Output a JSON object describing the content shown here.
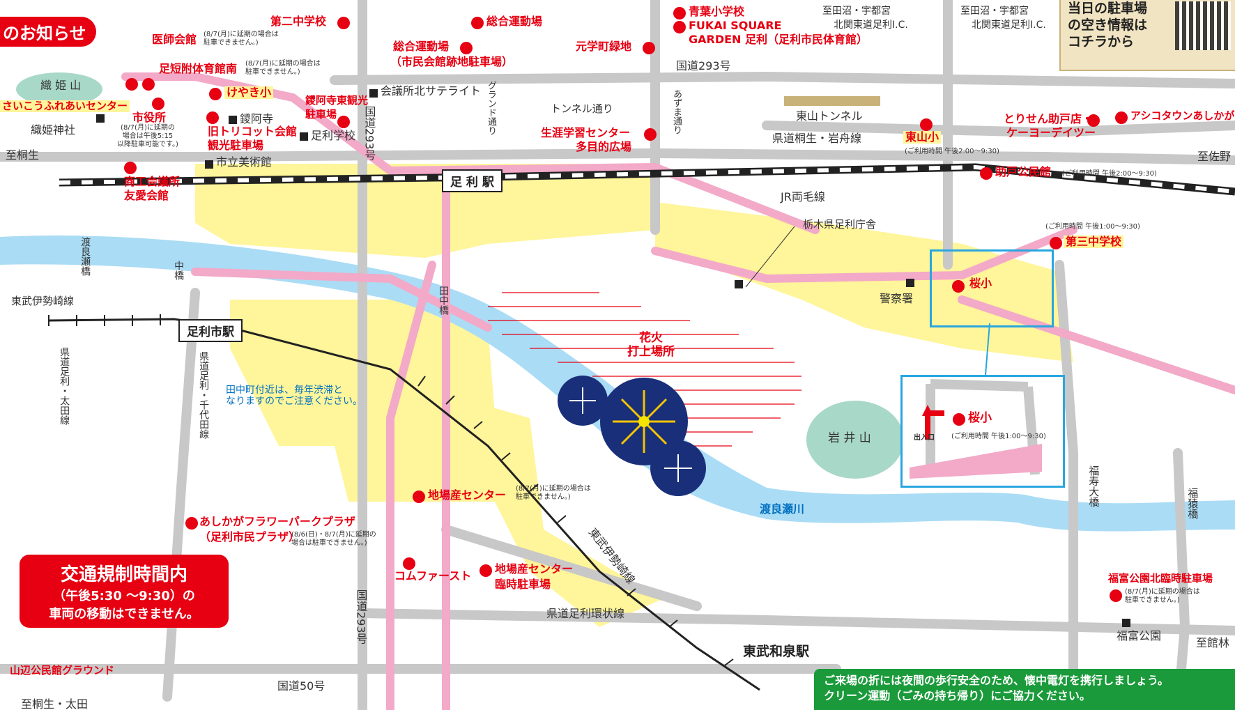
{
  "banner": {
    "notice": "のお知らせ"
  },
  "parking_sign": {
    "text_line1": "当日の駐車場",
    "text_line2": "の空き情報は",
    "text_line3": "コチラから"
  },
  "stations": {
    "ashikaga": "足 利 駅",
    "ashikagashi": "足利市駅",
    "wakaizumi": "東武和泉駅"
  },
  "rail_lines": {
    "jr": "JR両毛線",
    "tobu_isesaki_top": "東武伊勢崎線",
    "tobu_isesaki_lower": "東武伊勢崎線"
  },
  "roads": {
    "r293_top": "国道293号",
    "r293_vert_top": "国道293号",
    "r293_vert_bottom": "国道293号",
    "r50": "国道50号",
    "kiryu_iwafune": "県道桐生・岩舟線",
    "ashikaga_kanjo": "県道足利環状線",
    "ota": "県道足利・太田線",
    "chiyoda": "県道足利・千代田線",
    "tunnel_street": "トンネル通り",
    "grand_street": "グランド通り",
    "azuma_street": "あずま通り",
    "higashiyama_tunnel": "東山トンネル"
  },
  "directions": {
    "to_kiryu": "至桐生",
    "to_sano": "至佐野",
    "to_tatebayashi": "至館林",
    "to_kiryu_ota": "至桐生・太田",
    "to_tanuma_utsunomiya_1": "至田沼・宇都宮",
    "to_kitakanto_1": "北関東道足利I.C.",
    "to_tanuma_utsunomiya_2": "至田沼・宇都宮",
    "to_kitakanto_2": "北関東道足利I.C."
  },
  "bridges": {
    "watarase": "渡良瀬橋",
    "naka": "中橋",
    "tanaka": "田中橋",
    "fukuju": "福寿大橋",
    "fukuen": "福猿橋"
  },
  "landmarks": {
    "orihime_yama": "織 姫 山",
    "orihime_shrine": "織姫神社",
    "bannaji": "鑁阿寺",
    "ashikaga_gakko": "足利学校",
    "art_museum": "市立美術館",
    "satellite": "会議所北サテライト",
    "prefecture_office": "栃木県足利庁舎",
    "police": "警察署",
    "iwai_yama": "岩 井 山",
    "watarase_river": "渡良瀬川",
    "fireworks_site": "花火\n打上場所",
    "fukutomi_park": "福富公園"
  },
  "places": {
    "ishi_kaikan": "医師会館",
    "tanki_taiikukan": "足短附体育館南",
    "saikou_center": "さいこうふれあいセンター",
    "shiyakusho": "市役所",
    "keyaki": "けやき小",
    "tricot": "旧トリコット会館",
    "tricot_sub": "観光駐車場",
    "bannaji_parking": "鑁阿寺東観光",
    "bannaji_parking_sub": "駐車場",
    "shokokaigisho": "商工会議所",
    "shokokaigisho_sub": "友愛会館",
    "daini_chu": "第二中学校",
    "sogo_undojo": "総合運動場",
    "sogo_parking": "総合運動場",
    "sogo_parking_sub": "（市民会館跡地駐車場）",
    "gengaku": "元学町緑地",
    "aoba": "青葉小学校",
    "fukai": "FUKAI SQUARE",
    "fukai_sub": "GARDEN 足利（足利市民体育館）",
    "shogai": "生涯学習センター",
    "shogai_sub": "多目的広場",
    "higashiyama": "東山小",
    "sukedo": "助戸公民館",
    "torisen": "とりせん助戸店・",
    "torisen_sub": "ケーヨーデイツー",
    "ashicotown": "アシコタウンあしかが",
    "daisan_chu": "第三中学校",
    "sakura": "桜小",
    "sakura_inset": "桜小",
    "jibasan": "地場産センター",
    "flower_plaza": "あしかがフラワーパークプラザ",
    "flower_plaza_sub": "（足利市民プラザ）",
    "comfirst": "コムファースト",
    "jibasan_temp": "地場産センター",
    "jibasan_temp_sub": "臨時駐車場",
    "yamanobe": "山辺公民館グラウンド",
    "fukutomi_temp": "福富公園北臨時駐車場"
  },
  "notes": {
    "postpone_no_parking": "(8/7(月)に延期の場合は\n駐車できません。)",
    "shiyakusho_note": "(8/7(月)に延期の\n場合は午後5:15\n以降駐車可能です。)",
    "higashiyama_hours": "(ご利用時間 午後2:00〜9:30)",
    "sukedo_hours": "(ご利用時間 午後2:00〜9:30)",
    "daisan_hours": "(ご利用時間 午後1:00〜9:30)",
    "sakura_hours": "(ご利用時間 午後1:00〜9:30)",
    "flower_note": "(8/6(日)・8/7(月)に延期の\n場合は駐車できません。)",
    "entrance": "出入口",
    "tanaka_congestion": "田中町付近は、毎年渋滞と\nなりますのでご注意ください。"
  },
  "restriction": {
    "title": "交通規制時間内",
    "line1": "（午後5:30 〜9:30）の",
    "line2": "車両の移動はできません。"
  },
  "footer": {
    "line1": "ご来場の折には夜間の歩行安全のため、懐中電灯を携行しましょう。",
    "line2": "クリーン運動（ごみの持ち帰り）にご協力ください。"
  },
  "colors": {
    "road": "#c8c8c8",
    "main_road": "#f3a9c8",
    "district": "#fff59a",
    "river": "#aadcf5",
    "accent": "#e60012",
    "rail": "#222222",
    "hill": "#a8d8c8",
    "fireworks": "#1a2f7a"
  }
}
